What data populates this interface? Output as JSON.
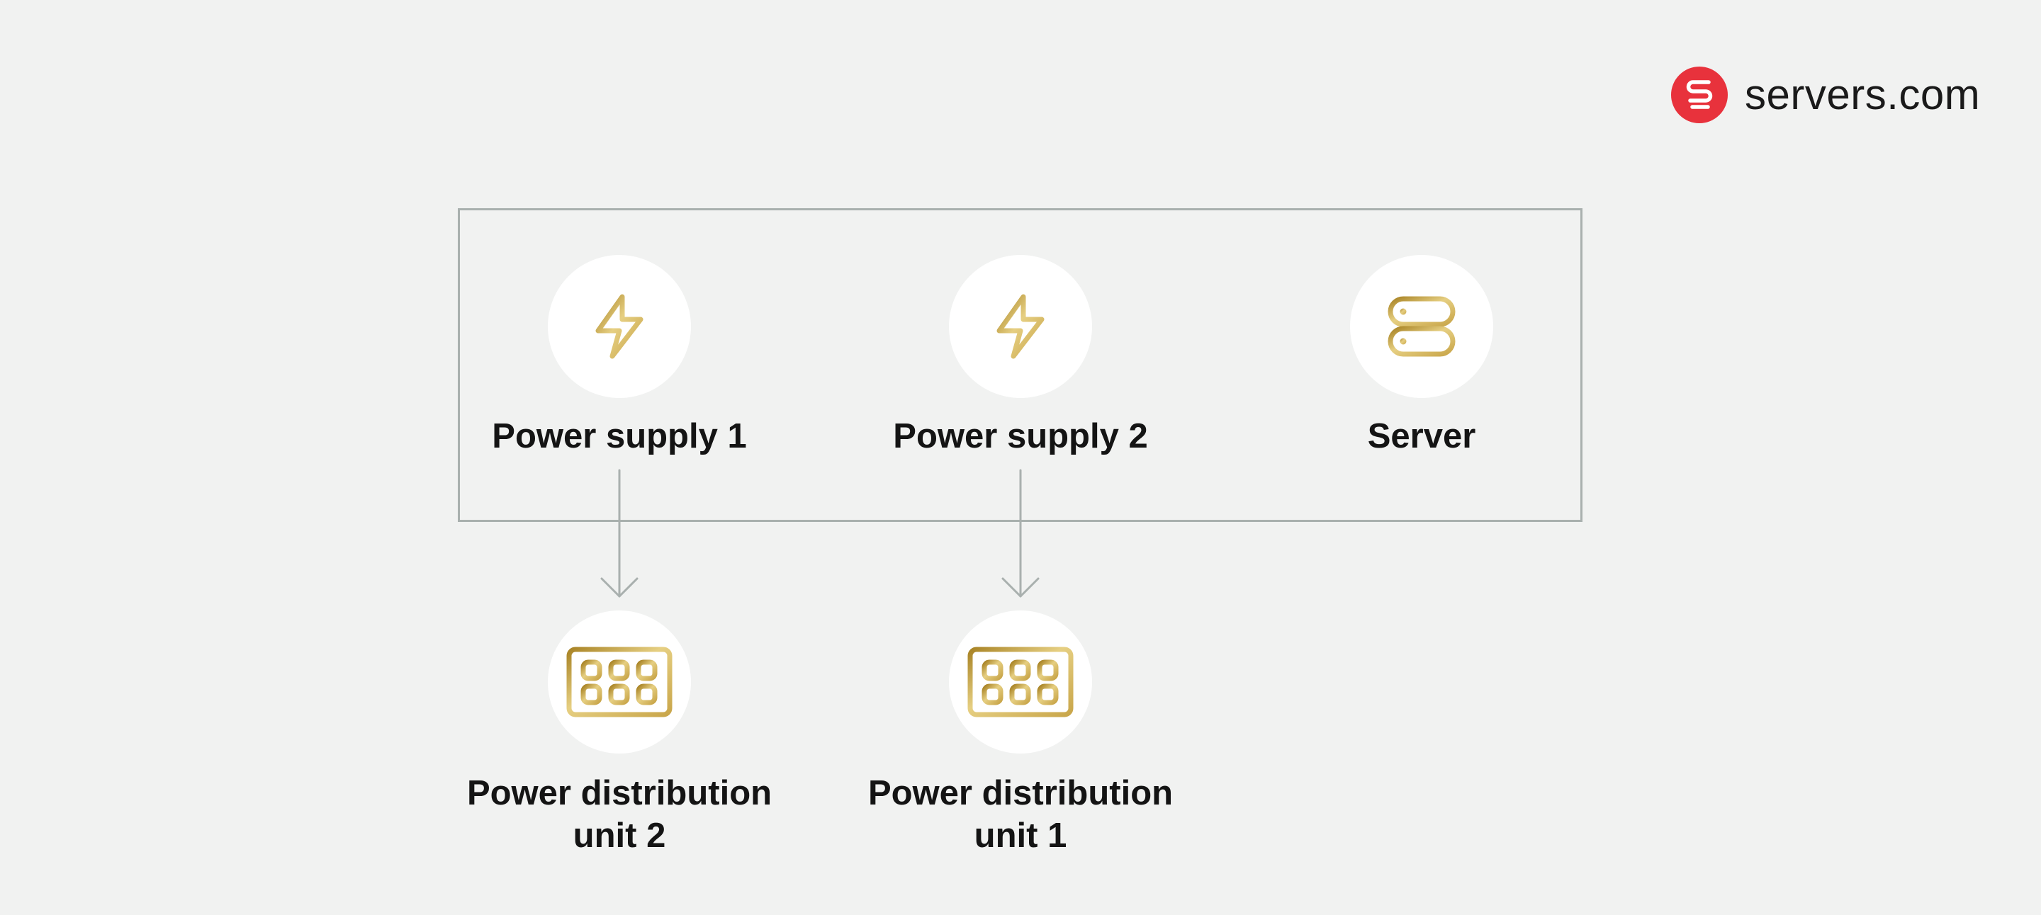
{
  "brand": {
    "name": "servers.com",
    "logo_icon": "servers-com-logo-icon",
    "logo_color": "#e8323c"
  },
  "colors": {
    "background": "#f1f2f1",
    "frame": "#a9b0ae",
    "arrow": "#a9b0ae",
    "icon_gold_light": "#e6cf82",
    "icon_gold": "#c9a64a",
    "icon_gold_dark": "#a98426"
  },
  "diagram": {
    "nodes": [
      {
        "id": "power-supply-1",
        "label": "Power supply 1",
        "icon": "lightning-bolt-icon"
      },
      {
        "id": "power-supply-2",
        "label": "Power supply 2",
        "icon": "lightning-bolt-icon"
      },
      {
        "id": "server",
        "label": "Server",
        "icon": "server-rack-icon"
      },
      {
        "id": "pdu-2",
        "label_line1": "Power distribution",
        "label_line2": "unit 2",
        "icon": "power-distribution-unit-icon"
      },
      {
        "id": "pdu-1",
        "label_line1": "Power distribution",
        "label_line2": "unit 1",
        "icon": "power-distribution-unit-icon"
      }
    ],
    "edges": [
      {
        "from": "power-supply-1",
        "to": "pdu-2"
      },
      {
        "from": "power-supply-2",
        "to": "pdu-1"
      }
    ]
  }
}
